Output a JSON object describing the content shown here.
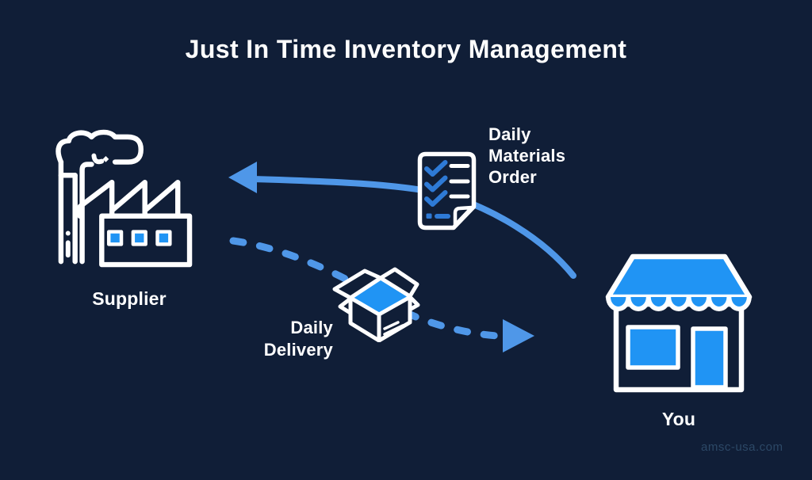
{
  "page": {
    "title": "Just In Time Inventory Management",
    "watermark": "amsc-usa.com"
  },
  "colors": {
    "background": "#101e37",
    "icon_outline_white": "#ffffff",
    "fill_blue": "#2094f4",
    "check_blue": "#2e7ad6",
    "arrow_blue": "#4f97e8",
    "watermark_text": "#2c4866"
  },
  "nodes": {
    "supplier": {
      "label": "Supplier",
      "icon": "factory-icon"
    },
    "you": {
      "label": "You",
      "icon": "storefront-icon"
    }
  },
  "flows": {
    "order": {
      "label": "Daily\nMaterials\nOrder",
      "icon": "checklist-icon",
      "arrow_style": "solid",
      "arrow_from": "You",
      "arrow_to": "Supplier"
    },
    "delivery": {
      "label": "Daily\nDelivery",
      "icon": "open-box-icon",
      "arrow_style": "dashed",
      "arrow_from": "Supplier",
      "arrow_to": "You"
    }
  }
}
